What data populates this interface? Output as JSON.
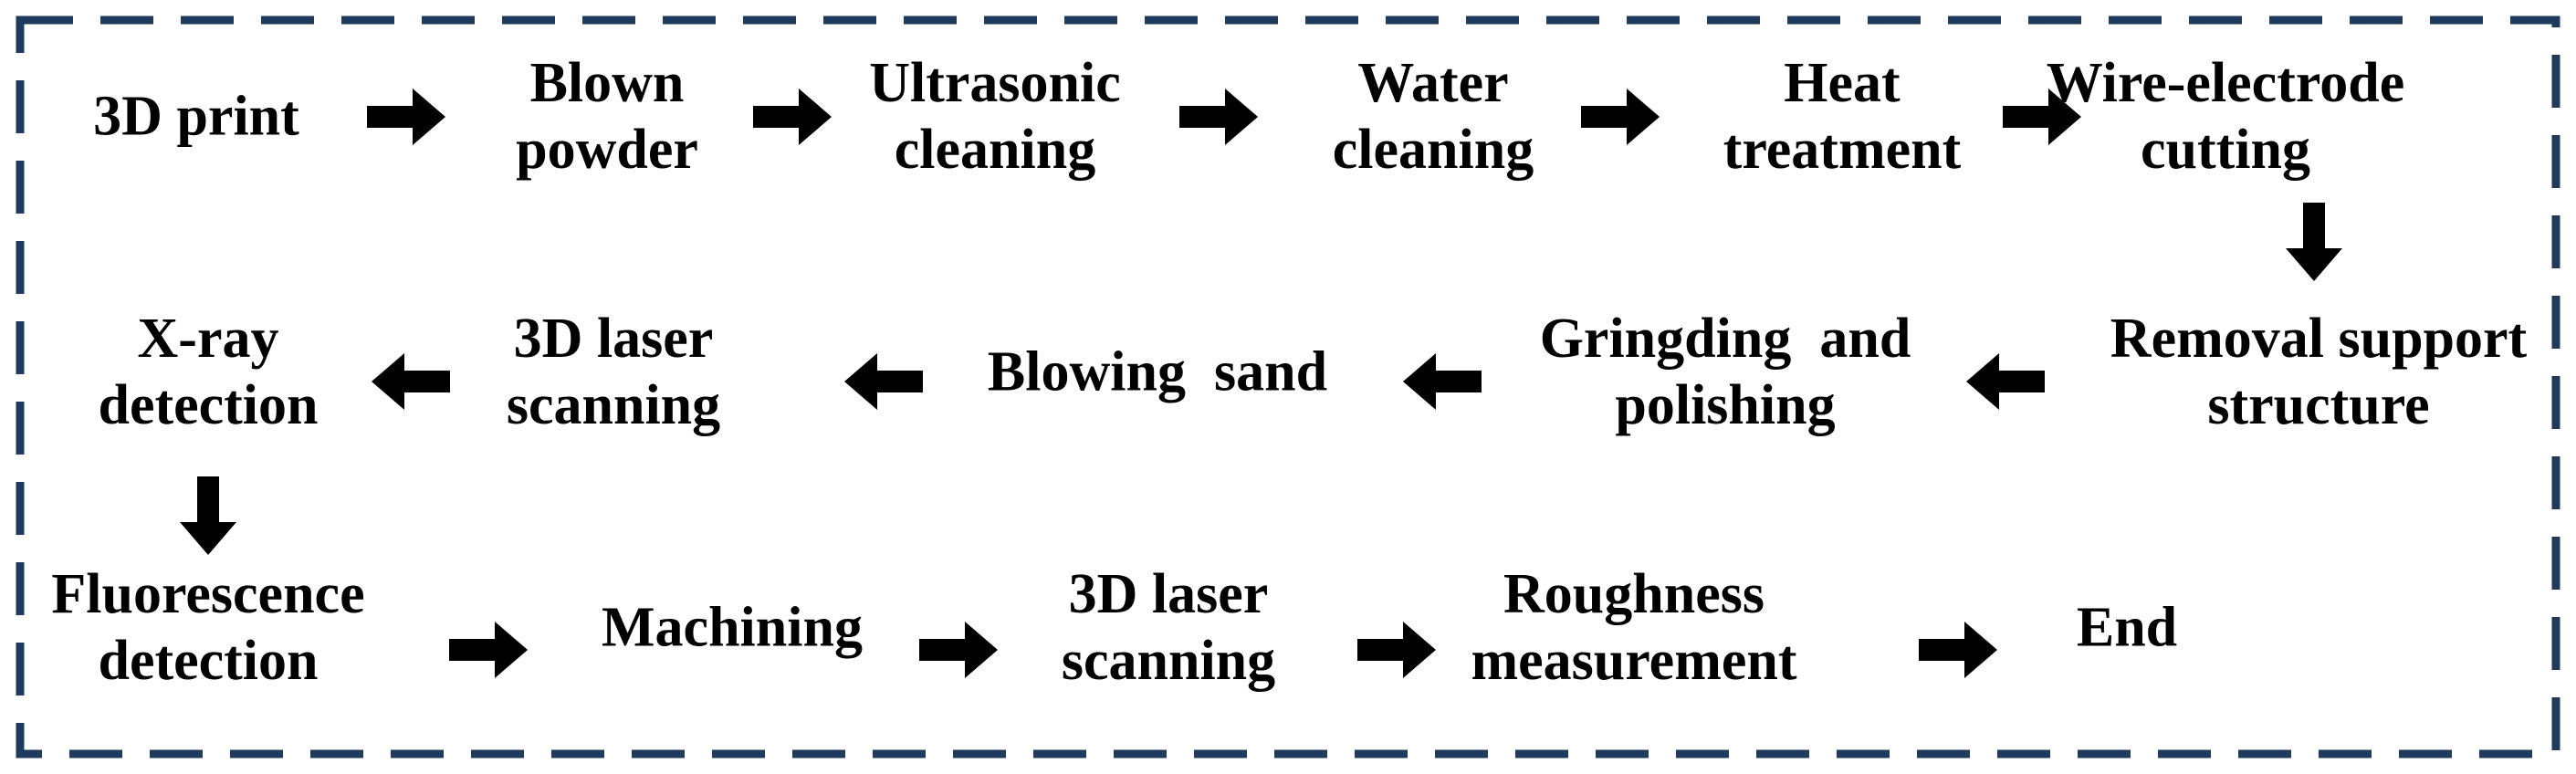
{
  "colors": {
    "frame": "#1f3a5f",
    "text": "#000000",
    "arrow": "#000000"
  },
  "frame": {
    "style": "dashed"
  },
  "steps": [
    {
      "id": "3d-print",
      "lines": [
        "3D print"
      ]
    },
    {
      "id": "blown-powder",
      "lines": [
        "Blown",
        "powder"
      ]
    },
    {
      "id": "ultrasonic-cleaning",
      "lines": [
        "Ultrasonic",
        "cleaning"
      ]
    },
    {
      "id": "water-cleaning",
      "lines": [
        "Water",
        "cleaning"
      ]
    },
    {
      "id": "heat-treatment",
      "lines": [
        "Heat",
        "treatment"
      ]
    },
    {
      "id": "wire-electrode-cutting",
      "lines": [
        "Wire-electrode",
        "cutting"
      ]
    },
    {
      "id": "removal-support-structure",
      "lines": [
        "Removal support",
        "structure"
      ]
    },
    {
      "id": "grinding-and-polishing",
      "lines": [
        "Gringding  and",
        "polishing"
      ]
    },
    {
      "id": "blowing-sand",
      "lines": [
        "Blowing  sand"
      ]
    },
    {
      "id": "3d-laser-scanning-1",
      "lines": [
        "3D laser",
        "scanning"
      ]
    },
    {
      "id": "x-ray-detection",
      "lines": [
        "X-ray",
        "detection"
      ]
    },
    {
      "id": "fluorescence-detection",
      "lines": [
        "Fluorescence",
        "detection"
      ]
    },
    {
      "id": "machining",
      "lines": [
        "Machining"
      ]
    },
    {
      "id": "3d-laser-scanning-2",
      "lines": [
        "3D laser",
        "scanning"
      ]
    },
    {
      "id": "roughness-measurement",
      "lines": [
        "Roughness",
        "measurement"
      ]
    },
    {
      "id": "end",
      "lines": [
        "End"
      ]
    }
  ],
  "arrows": [
    {
      "from": "3d-print",
      "to": "blown-powder",
      "direction": "right"
    },
    {
      "from": "blown-powder",
      "to": "ultrasonic-cleaning",
      "direction": "right"
    },
    {
      "from": "ultrasonic-cleaning",
      "to": "water-cleaning",
      "direction": "right"
    },
    {
      "from": "water-cleaning",
      "to": "heat-treatment",
      "direction": "right"
    },
    {
      "from": "heat-treatment",
      "to": "wire-electrode-cutting",
      "direction": "right"
    },
    {
      "from": "wire-electrode-cutting",
      "to": "removal-support-structure",
      "direction": "down"
    },
    {
      "from": "removal-support-structure",
      "to": "grinding-and-polishing",
      "direction": "left"
    },
    {
      "from": "grinding-and-polishing",
      "to": "blowing-sand",
      "direction": "left"
    },
    {
      "from": "blowing-sand",
      "to": "3d-laser-scanning-1",
      "direction": "left"
    },
    {
      "from": "3d-laser-scanning-1",
      "to": "x-ray-detection",
      "direction": "left"
    },
    {
      "from": "x-ray-detection",
      "to": "fluorescence-detection",
      "direction": "down"
    },
    {
      "from": "fluorescence-detection",
      "to": "machining",
      "direction": "right"
    },
    {
      "from": "machining",
      "to": "3d-laser-scanning-2",
      "direction": "right"
    },
    {
      "from": "3d-laser-scanning-2",
      "to": "roughness-measurement",
      "direction": "right"
    },
    {
      "from": "roughness-measurement",
      "to": "end",
      "direction": "right"
    }
  ]
}
